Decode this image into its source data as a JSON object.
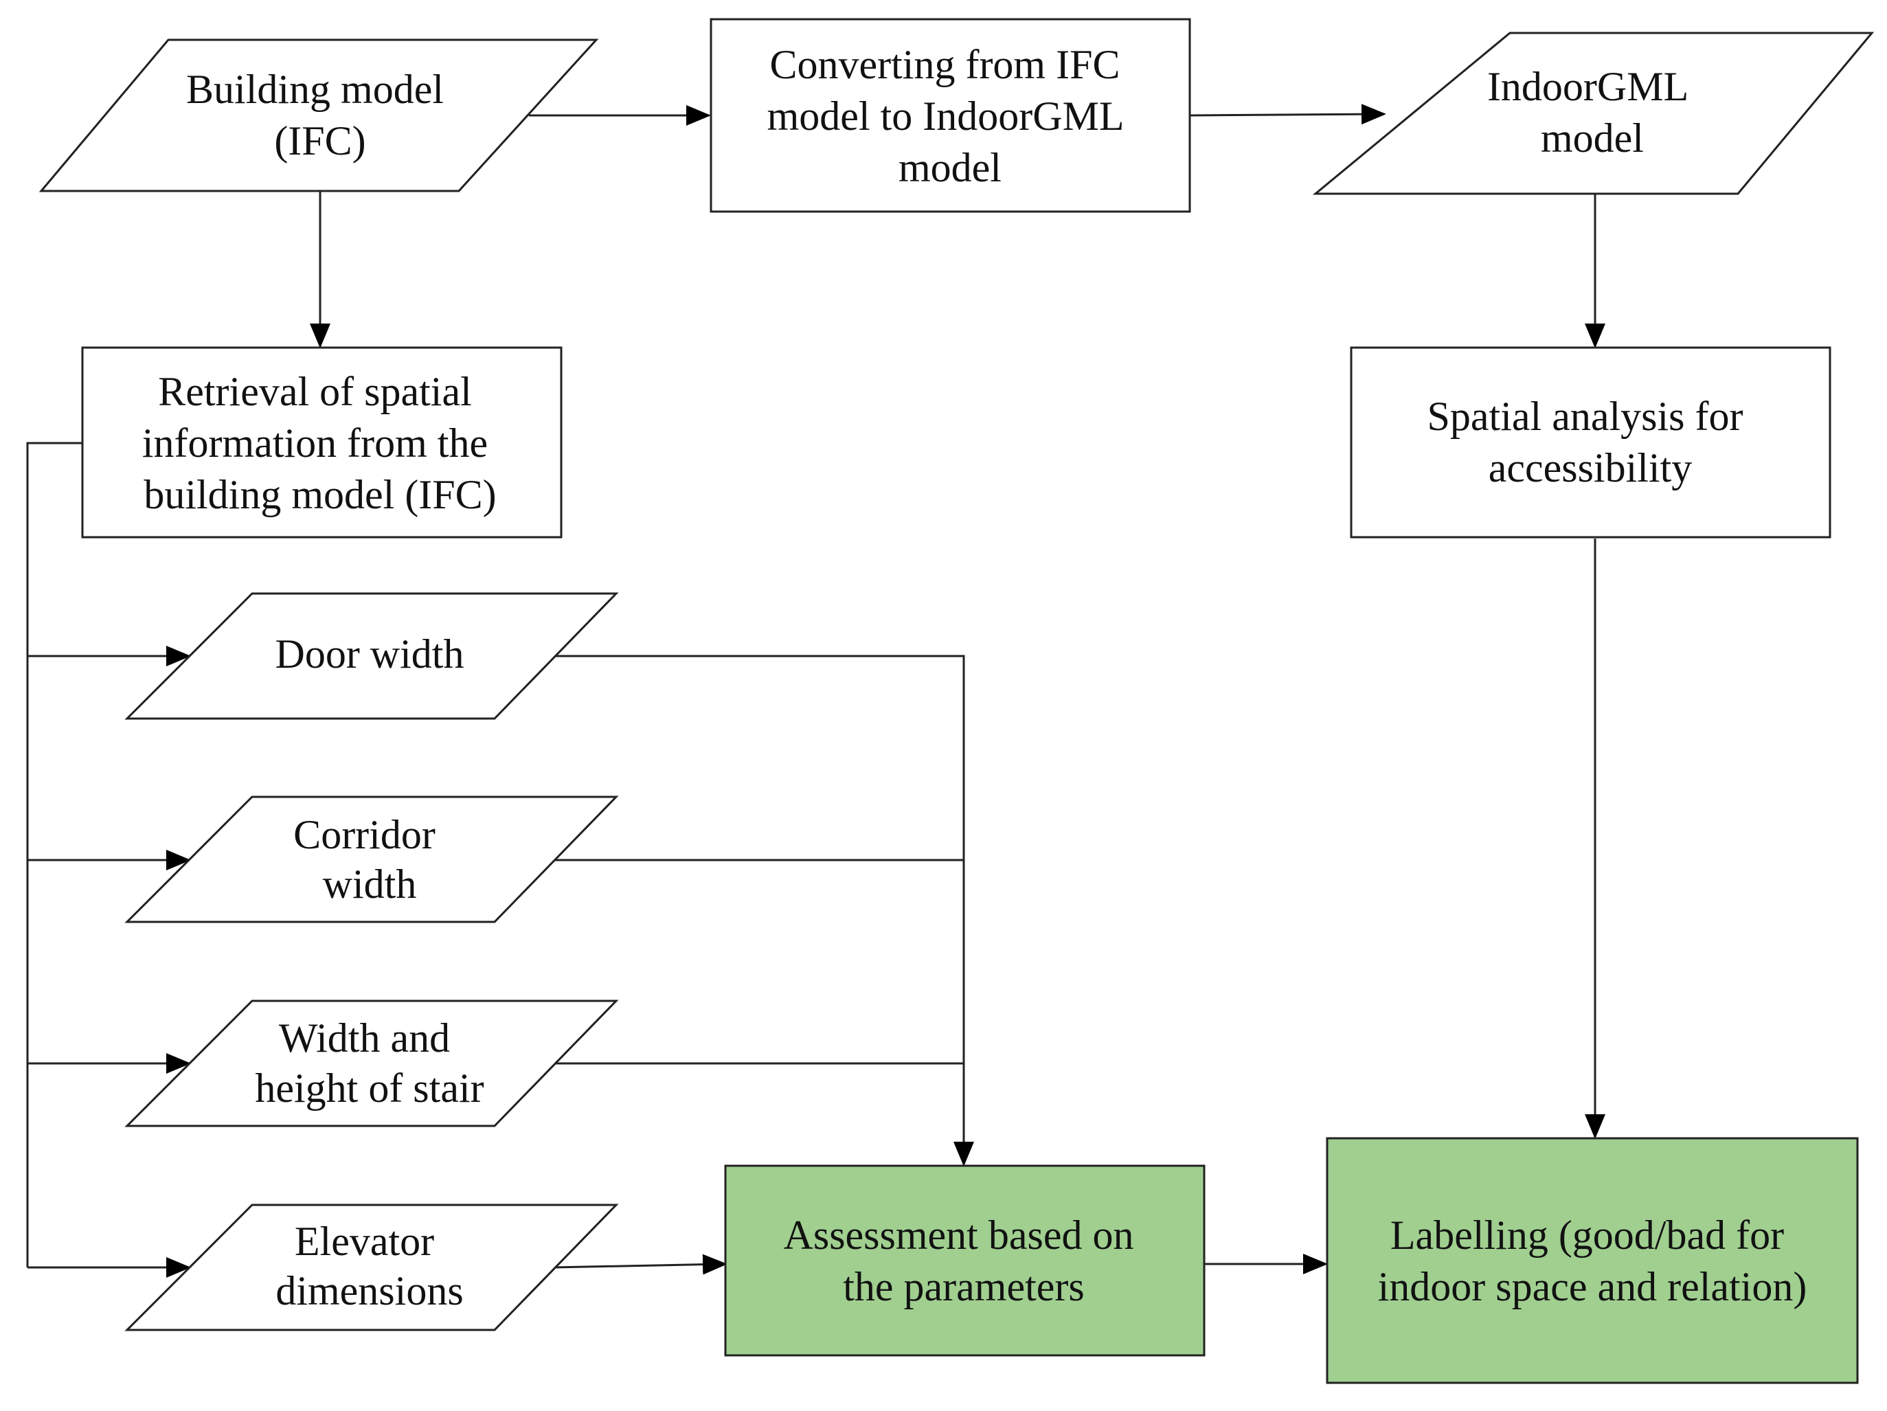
{
  "nodes": {
    "building_model": {
      "lines": [
        "Building model",
        "(IFC)"
      ]
    },
    "converting": {
      "lines": [
        "Converting from IFC",
        "model to IndoorGML",
        "model"
      ]
    },
    "indoorgml_model": {
      "lines": [
        "IndoorGML",
        "model"
      ]
    },
    "retrieval": {
      "lines": [
        "Retrieval of spatial",
        "information from the",
        "building model (IFC)"
      ]
    },
    "spatial_analysis": {
      "lines": [
        "Spatial analysis for",
        "accessibility"
      ]
    },
    "door_width": {
      "lines": [
        "Door width"
      ]
    },
    "corridor_width": {
      "lines": [
        "Corridor",
        "width"
      ]
    },
    "stair": {
      "lines": [
        "Width and",
        "height of stair"
      ]
    },
    "elevator": {
      "lines": [
        "Elevator",
        "dimensions"
      ]
    },
    "assessment": {
      "lines": [
        "Assessment based on",
        "the parameters"
      ]
    },
    "labelling": {
      "lines": [
        "Labelling (good/bad for",
        "indoor space and relation)"
      ]
    }
  },
  "colors": {
    "stroke": "#222222",
    "process_fill": "#ffffff",
    "result_fill": "#a0cf90",
    "text": "#111111"
  }
}
